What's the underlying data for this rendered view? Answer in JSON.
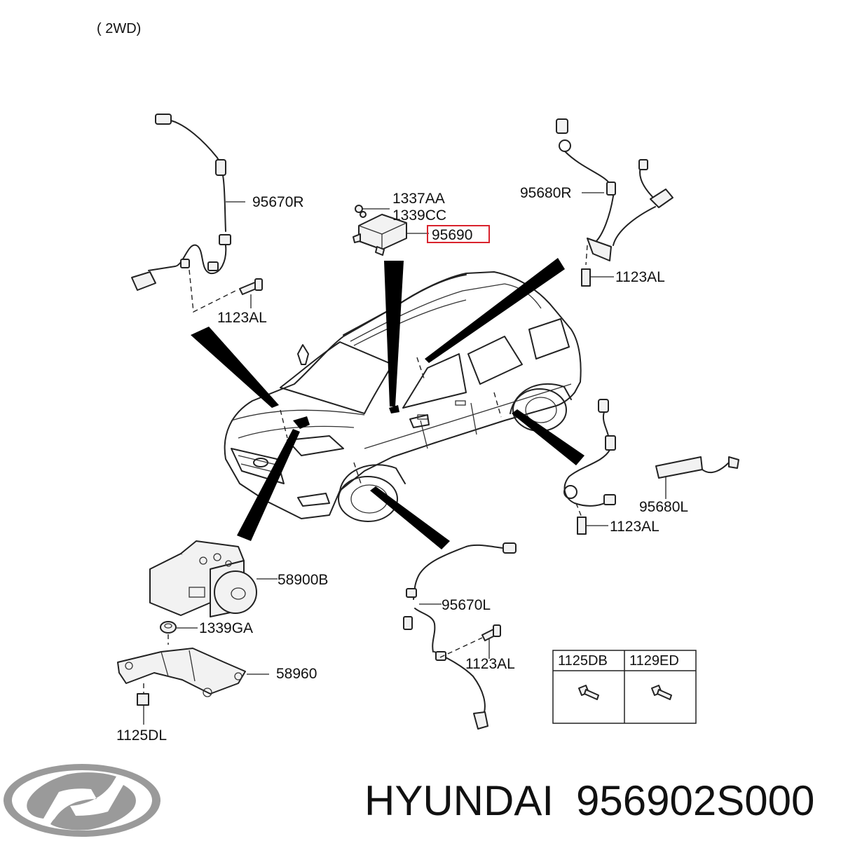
{
  "header": {
    "variant": "( 2WD)"
  },
  "callouts": {
    "sensor_front_right": "95670R",
    "bolt_front_right": "1123AL",
    "nut": "1337AA",
    "bolt_module": "1339CC",
    "module": "95690",
    "sensor_rear_right": "95680R",
    "bolt_rear_right": "1123AL",
    "sensor_rear_left": "95680L",
    "bolt_rear_left": "1123AL",
    "abs_unit": "58900B",
    "nut_abs": "1339GA",
    "bracket": "58960",
    "bolt_bracket": "1125DL",
    "sensor_front_left": "95670L",
    "bolt_front_left": "1123AL"
  },
  "fastener_table": {
    "headers": [
      "1125DB",
      "1129ED"
    ]
  },
  "highlight": {
    "part": "95690",
    "color": "#d9232d"
  },
  "footer": {
    "brand": "HYUNDAI",
    "part_number": "956902S000"
  },
  "logo": {
    "name": "hyundai-logo"
  }
}
